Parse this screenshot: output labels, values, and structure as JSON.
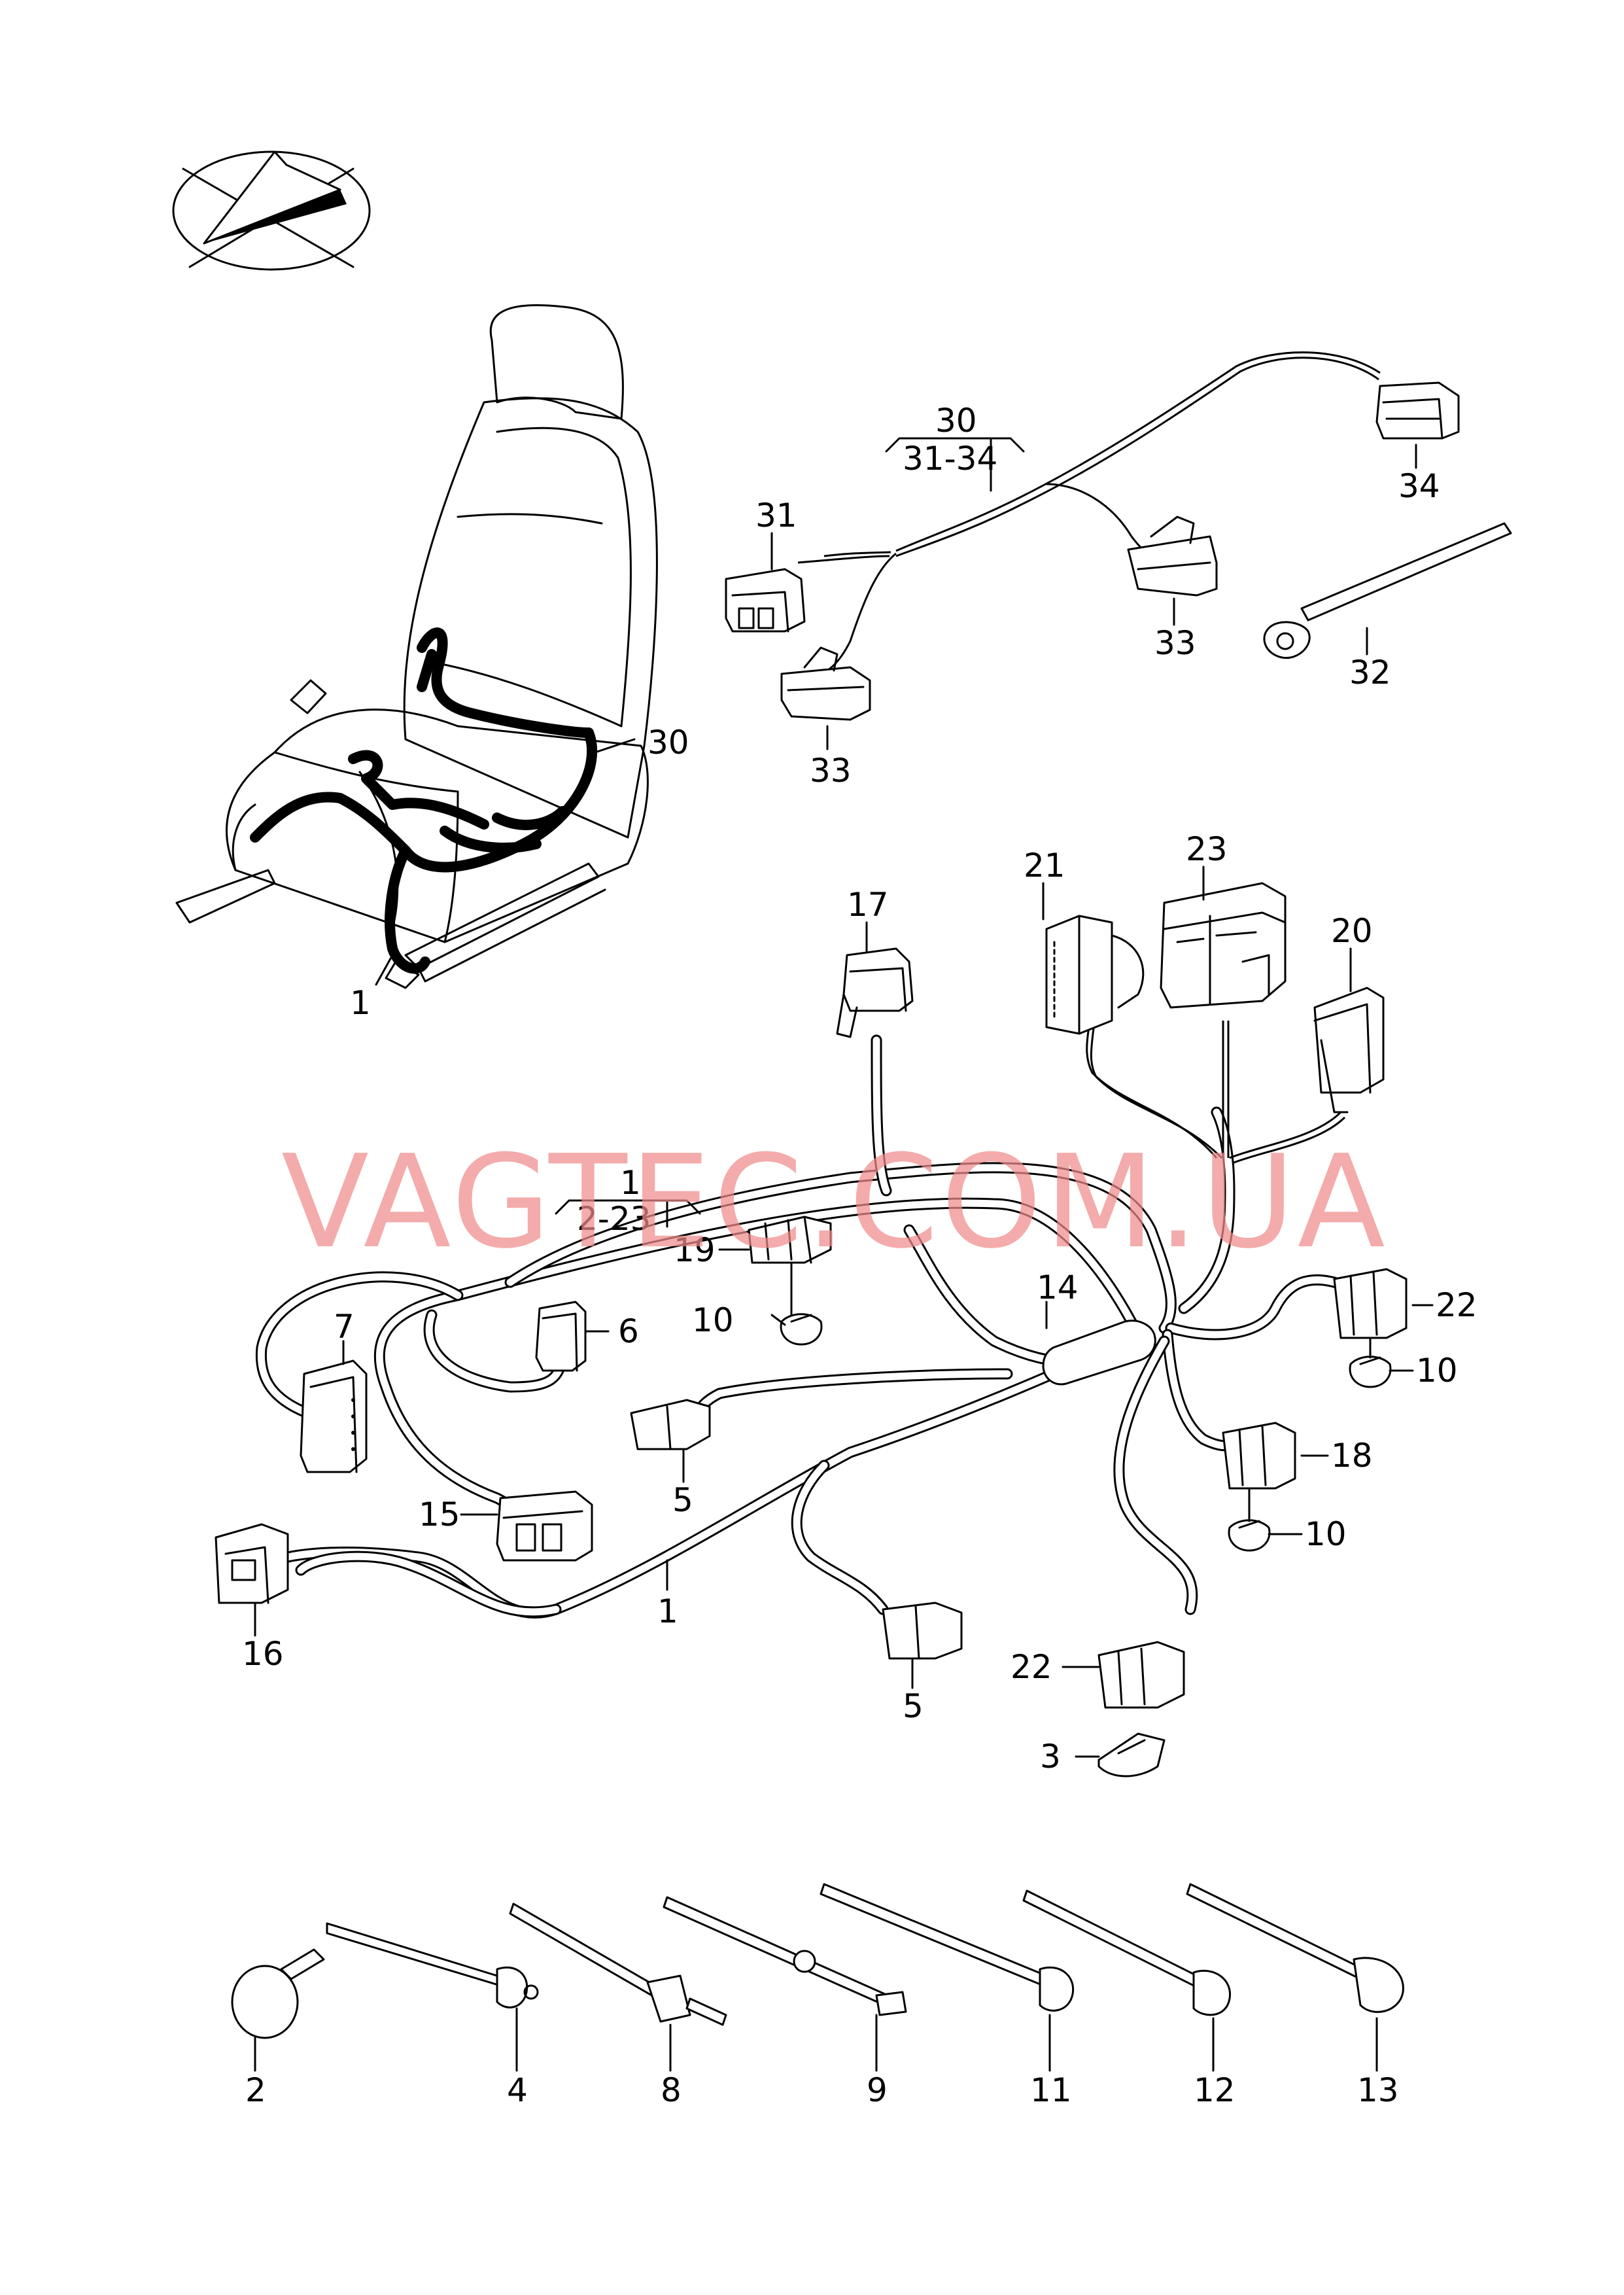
{
  "watermark": "VAGTEC.COM.UA",
  "callouts": {
    "c1_group": "1",
    "c1_range": "2-23",
    "c30_group": "30",
    "c30_range": "31-34",
    "c1_seat": "1",
    "c30_seat": "30",
    "c31": "31",
    "c33a": "33",
    "c33b": "33",
    "c34": "34",
    "c32": "32",
    "c17": "17",
    "c21": "21",
    "c23": "23",
    "c20": "20",
    "c19": "19",
    "c10a": "10",
    "c7": "7",
    "c6": "6",
    "c14": "14",
    "c22a": "22",
    "c10b": "10",
    "c5a": "5",
    "c18": "18",
    "c10c": "10",
    "c15": "15",
    "c16": "16",
    "c1_main": "1",
    "c22b": "22",
    "c5b": "5",
    "c3": "3",
    "c2": "2",
    "c4": "4",
    "c8": "8",
    "c9": "9",
    "c11": "11",
    "c12": "12",
    "c13": "13"
  }
}
